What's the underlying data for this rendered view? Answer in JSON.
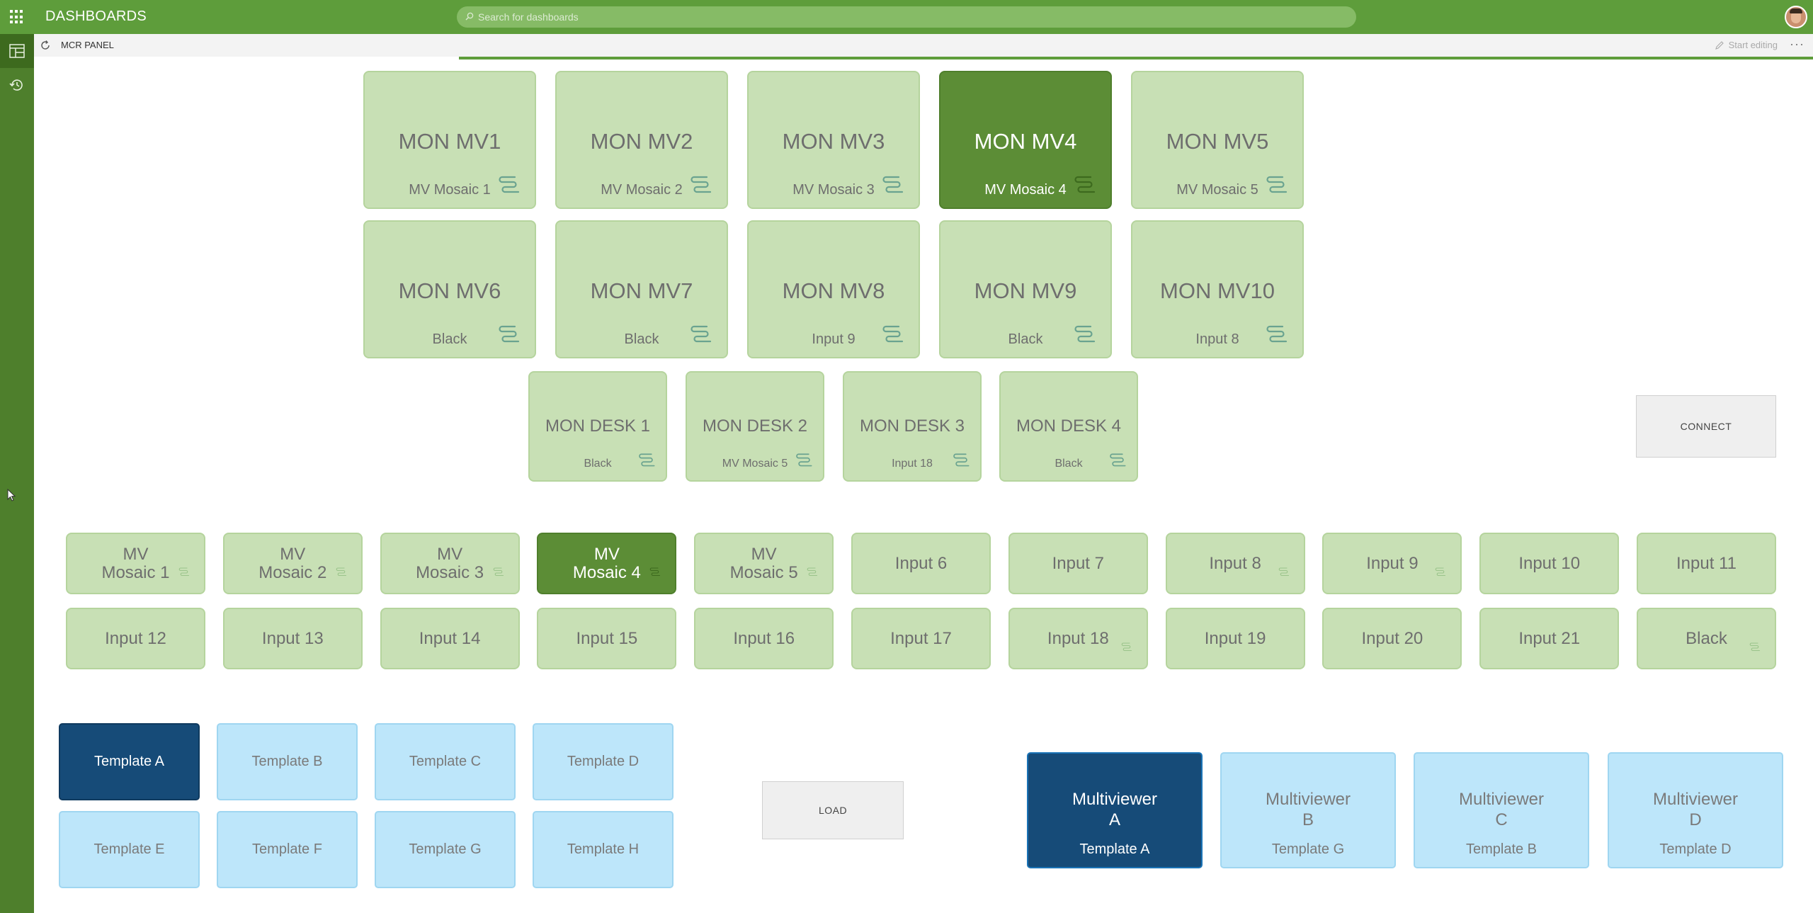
{
  "app": {
    "title": "DASHBOARDS"
  },
  "search": {
    "placeholder": "Search for dashboards"
  },
  "header": {
    "title": "MCR PANEL",
    "edit_label": "Start editing",
    "more_label": "···"
  },
  "sidebar": {
    "items": [
      {
        "icon": "dashboard-icon"
      },
      {
        "icon": "history-icon"
      }
    ]
  },
  "colors": {
    "brand_green": "#5e9d3b",
    "tile_green": "#c8e0b5",
    "active_green": "#5c8d36",
    "tile_blue": "#bde6fa",
    "active_blue": "#164b78"
  },
  "monitors": [
    {
      "title": "MON MV1",
      "source": "MV Mosaic 1",
      "active": false
    },
    {
      "title": "MON MV2",
      "source": "MV Mosaic 2",
      "active": false
    },
    {
      "title": "MON MV3",
      "source": "MV Mosaic 3",
      "active": false
    },
    {
      "title": "MON MV4",
      "source": "MV Mosaic 4",
      "active": true
    },
    {
      "title": "MON MV5",
      "source": "MV Mosaic 5",
      "active": false
    },
    {
      "title": "MON MV6",
      "source": "Black",
      "active": false
    },
    {
      "title": "MON MV7",
      "source": "Black",
      "active": false
    },
    {
      "title": "MON MV8",
      "source": "Input 9",
      "active": false
    },
    {
      "title": "MON MV9",
      "source": "Black",
      "active": false
    },
    {
      "title": "MON MV10",
      "source": "Input 8",
      "active": false
    }
  ],
  "desks": [
    {
      "title": "MON DESK 1",
      "source": "Black"
    },
    {
      "title": "MON DESK 2",
      "source": "MV Mosaic 5"
    },
    {
      "title": "MON DESK 3",
      "source": "Input 18"
    },
    {
      "title": "MON DESK 4",
      "source": "Black"
    }
  ],
  "connect_label": "CONNECT",
  "inputs": [
    {
      "label": "MV\nMosaic 1",
      "routed": true,
      "active": false
    },
    {
      "label": "MV\nMosaic 2",
      "routed": true,
      "active": false
    },
    {
      "label": "MV\nMosaic 3",
      "routed": true,
      "active": false
    },
    {
      "label": "MV\nMosaic 4",
      "routed": true,
      "active": true
    },
    {
      "label": "MV\nMosaic 5",
      "routed": true,
      "active": false
    },
    {
      "label": "Input 6",
      "routed": false,
      "active": false
    },
    {
      "label": "Input 7",
      "routed": false,
      "active": false
    },
    {
      "label": "Input 8",
      "routed": true,
      "active": false
    },
    {
      "label": "Input 9",
      "routed": true,
      "active": false
    },
    {
      "label": "Input 10",
      "routed": false,
      "active": false
    },
    {
      "label": "Input 11",
      "routed": false,
      "active": false
    },
    {
      "label": "Input 12",
      "routed": false,
      "active": false
    },
    {
      "label": "Input 13",
      "routed": false,
      "active": false
    },
    {
      "label": "Input 14",
      "routed": false,
      "active": false
    },
    {
      "label": "Input 15",
      "routed": false,
      "active": false
    },
    {
      "label": "Input 16",
      "routed": false,
      "active": false
    },
    {
      "label": "Input 17",
      "routed": false,
      "active": false
    },
    {
      "label": "Input 18",
      "routed": true,
      "active": false
    },
    {
      "label": "Input 19",
      "routed": false,
      "active": false
    },
    {
      "label": "Input 20",
      "routed": false,
      "active": false
    },
    {
      "label": "Input 21",
      "routed": false,
      "active": false
    },
    {
      "label": "Black",
      "routed": true,
      "active": false
    }
  ],
  "templates": [
    {
      "label": "Template A",
      "active": true
    },
    {
      "label": "Template B",
      "active": false
    },
    {
      "label": "Template C",
      "active": false
    },
    {
      "label": "Template D",
      "active": false
    },
    {
      "label": "Template E",
      "active": false
    },
    {
      "label": "Template F",
      "active": false
    },
    {
      "label": "Template G",
      "active": false
    },
    {
      "label": "Template H",
      "active": false
    }
  ],
  "load_label": "LOAD",
  "multiviewers": [
    {
      "title": "Multiviewer\nA",
      "template": "Template A",
      "active": true
    },
    {
      "title": "Multiviewer\nB",
      "template": "Template G",
      "active": false
    },
    {
      "title": "Multiviewer\nC",
      "template": "Template B",
      "active": false
    },
    {
      "title": "Multiviewer\nD",
      "template": "Template D",
      "active": false
    }
  ]
}
